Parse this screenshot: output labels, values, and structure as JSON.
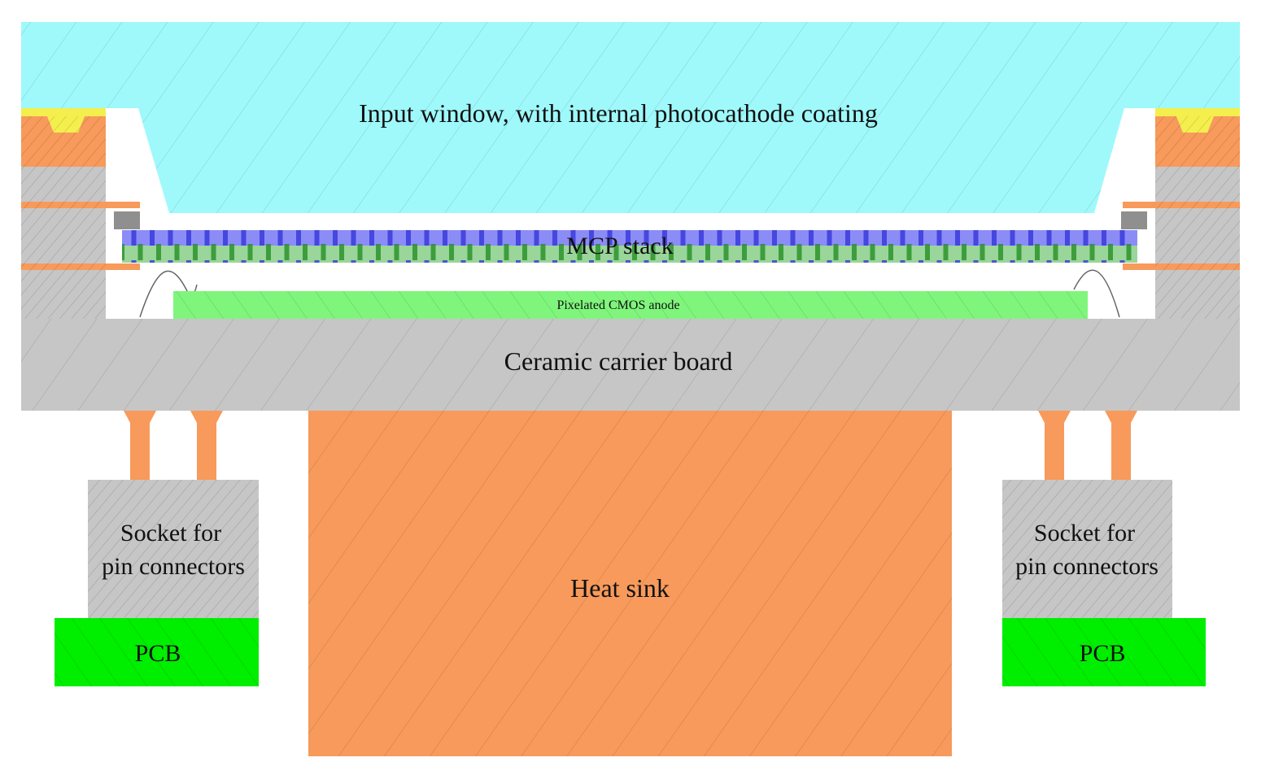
{
  "diagram": {
    "labels": {
      "input_window": "Input window, with internal photocathode coating",
      "mcp_stack": "MCP stack",
      "cmos_anode": "Pixelated CMOS anode",
      "ceramic_board": "Ceramic carrier board",
      "socket_left_line1": "Socket for",
      "socket_left_line2": "pin connectors",
      "socket_right_line1": "Socket for",
      "socket_right_line2": "pin connectors",
      "heat_sink": "Heat sink",
      "pcb_left": "PCB",
      "pcb_right": "PCB"
    },
    "colors": {
      "window": "#9ff9fb",
      "ceramic": "#c6c6c6",
      "copper": "#f79a5b",
      "cmos_anode": "#7ff57c",
      "pcb": "#00ee00",
      "mcp_top": "#8c8cf6",
      "mcp_bottom": "#9ad59a",
      "seal": "#f4ef4c",
      "hatch": "#7a7a7a"
    }
  }
}
